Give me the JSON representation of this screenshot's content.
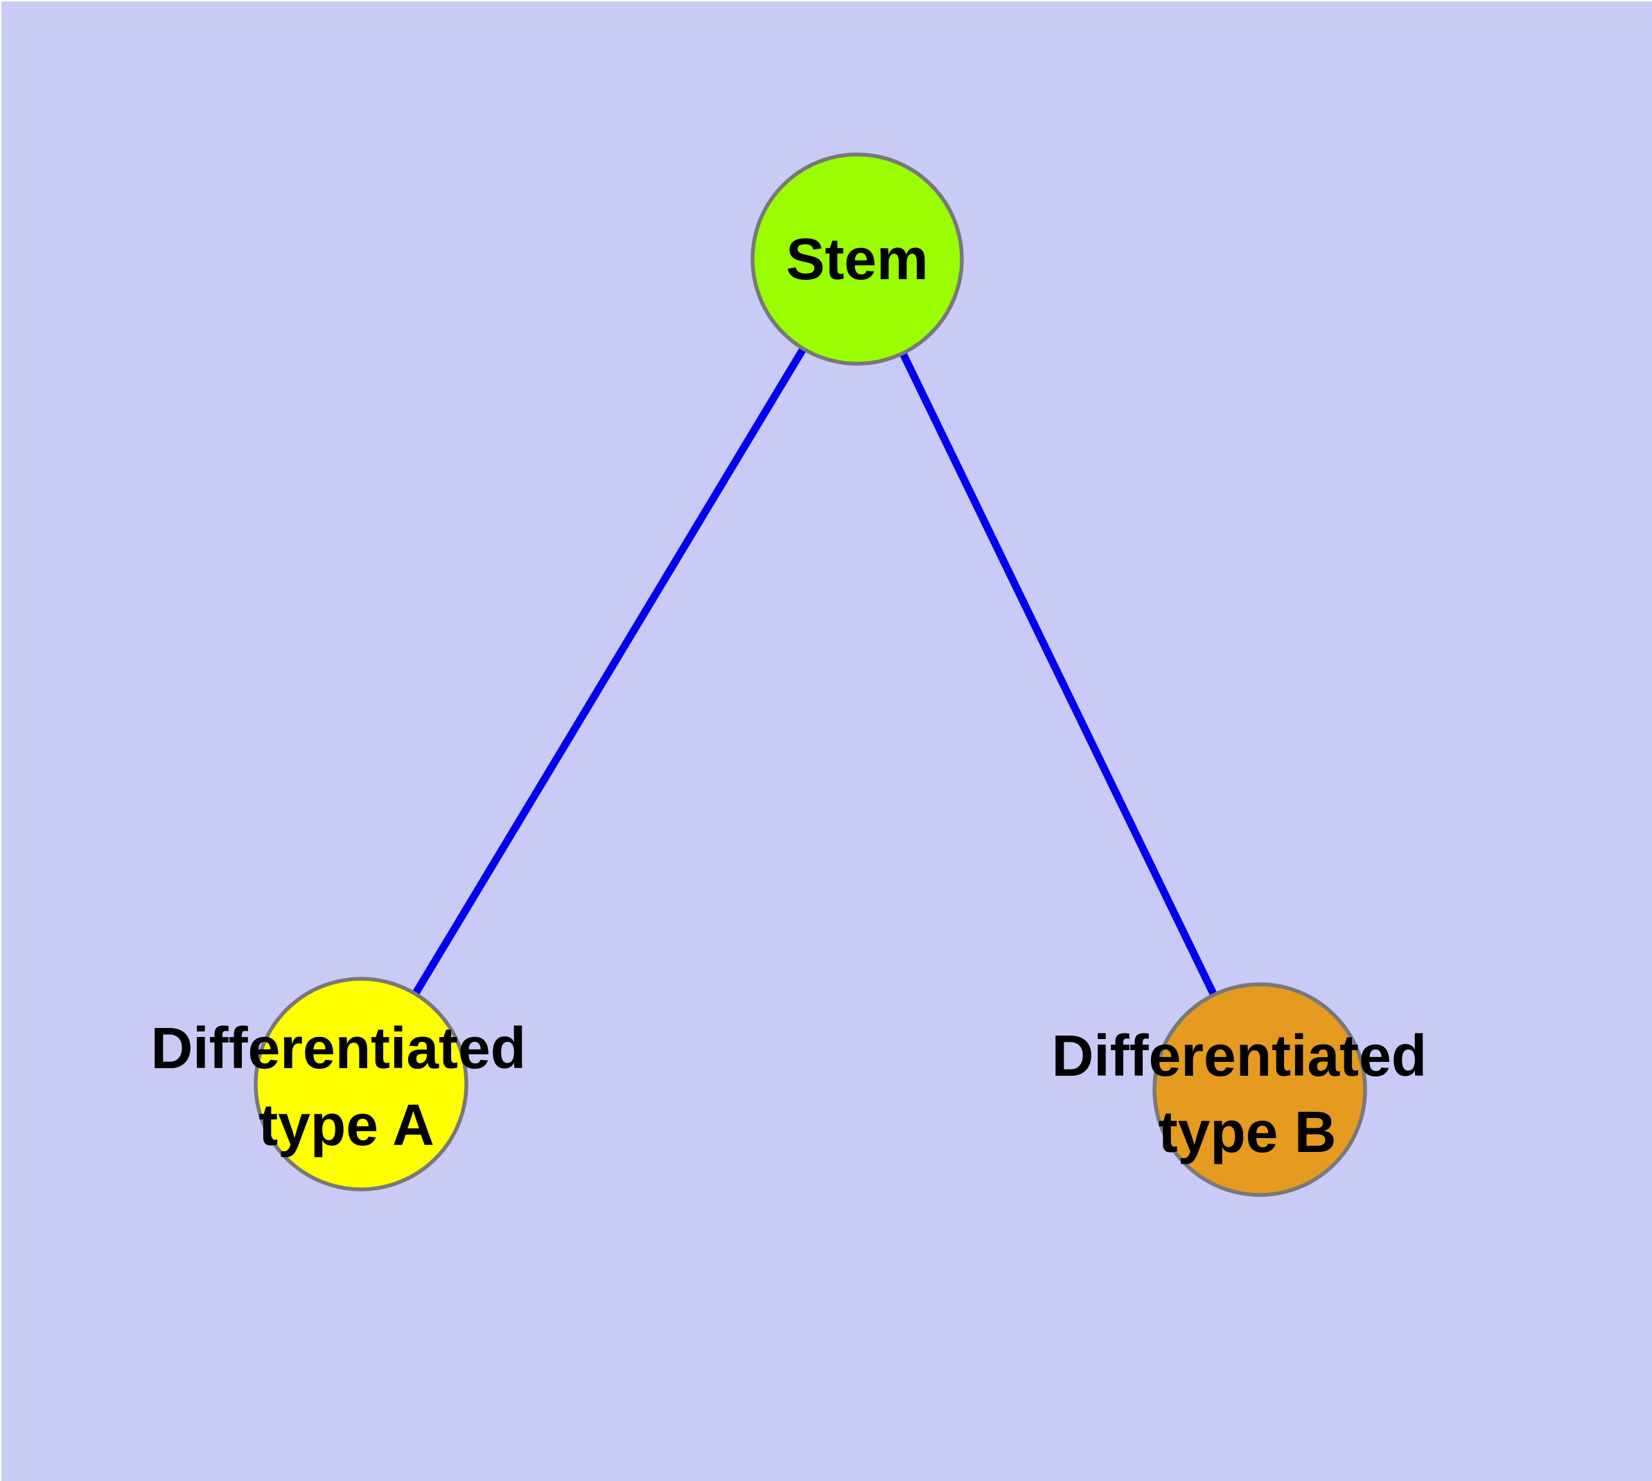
{
  "colors": {
    "background": "#cacaf7",
    "edge": "#0000ee",
    "node_border": "#787878",
    "label_text": "#000000"
  },
  "nodes": [
    {
      "id": "stem",
      "label": "Stem",
      "fill": "#9afd00"
    },
    {
      "id": "differentiated-type-a",
      "label_line1": "Differentiated",
      "label_line2": "type A",
      "fill": "#ffff00"
    },
    {
      "id": "differentiated-type-b",
      "label_line1": "Differentiated",
      "label_line2": "type B",
      "fill": "#e49b20"
    }
  ],
  "edges": [
    {
      "from": "stem",
      "to": "differentiated-type-a"
    },
    {
      "from": "stem",
      "to": "differentiated-type-b"
    }
  ]
}
